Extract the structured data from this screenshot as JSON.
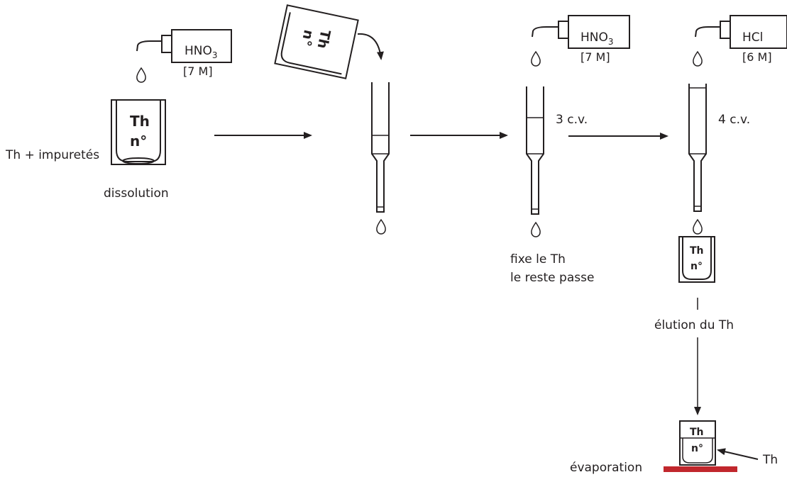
{
  "labels": {
    "sample": "Th + impuretés",
    "dissolution": "dissolution",
    "fix_line1": "fixe le Th",
    "fix_line2": "le reste passe",
    "elution": "élution du Th",
    "evaporation": "évaporation",
    "th_pointer": "Th"
  },
  "beaker_label": {
    "element": "Th",
    "number": "n°"
  },
  "bottles": [
    {
      "reagent": "HNO",
      "sub": "3",
      "concentration": "[7 M]"
    },
    {
      "reagent": "HNO",
      "sub": "3",
      "concentration": "[7 M]"
    },
    {
      "reagent": "HCl",
      "sub": "",
      "concentration": "[6 M]"
    }
  ],
  "volumes": {
    "wash": "3 c.v.",
    "elution": "4 c.v."
  },
  "colors": {
    "ink": "#231f20",
    "hotplate": "#c1272d"
  }
}
